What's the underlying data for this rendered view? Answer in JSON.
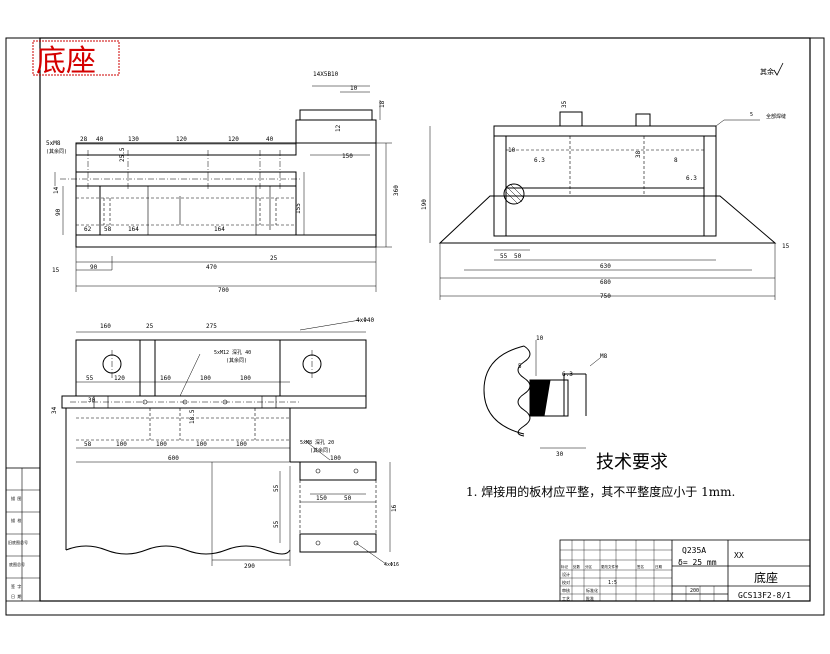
{
  "header_stamp": "底座",
  "roughness_default": "其余",
  "top_left_view": {
    "dims_top": [
      "14X5B10",
      "10",
      "18"
    ],
    "dims_row": [
      "28",
      "40",
      "130",
      "120",
      "120",
      "40"
    ],
    "dims_side": [
      "150",
      "360",
      "155",
      "12",
      "25.5"
    ],
    "dims_bottom": [
      "15",
      "90",
      "470",
      "700",
      "25"
    ],
    "dims_left": [
      "14",
      "90",
      "50"
    ],
    "dims_inner": [
      "62",
      "58",
      "164",
      "164"
    ],
    "note_left": "5xM8",
    "note_left_sub": "(其余同)"
  },
  "top_right_view": {
    "dims": [
      "35",
      "10",
      "6.3",
      "8",
      "38",
      "190",
      "55",
      "50",
      "630",
      "680",
      "750",
      "15",
      "6.3"
    ],
    "weld_note": "全部焊缝",
    "weld_num": "5"
  },
  "bottom_left_view": {
    "dims_top": [
      "160",
      "25",
      "275"
    ],
    "hole_note": "4xΦ40",
    "note_a": "5xM12 深孔 40",
    "note_a_sub": "(其余同)",
    "note_b": "5xM8 深孔 20",
    "note_b_sub": "(其余同)",
    "dims_row1": [
      "55",
      "120",
      "160",
      "100",
      "100"
    ],
    "dims_row2": [
      "58",
      "100",
      "100",
      "100",
      "100"
    ],
    "dims_600": "600",
    "dims_misc": [
      "18.5",
      "30",
      "34"
    ],
    "slot_dims": [
      "100",
      "50",
      "150",
      "55",
      "55",
      "290",
      "16",
      "4xΦ16"
    ]
  },
  "detail_view": {
    "dims": [
      "10",
      "5",
      "6.3",
      "30"
    ],
    "label": "M8"
  },
  "tech_req": {
    "title": "技术要求",
    "item": "1.  焊接用的板材应平整，其不平整度应小于  1mm."
  },
  "title_block": {
    "material": "Q235A",
    "thickness": "δ= 25 mm",
    "company": "XX",
    "part_name": "底座",
    "drawing_no": "GCS13F2-8/1",
    "scale": "1:5",
    "qty": "200",
    "labels": [
      "设计",
      "校对",
      "审核",
      "工艺",
      "标准化",
      "批准"
    ],
    "cols": [
      "标记",
      "处数",
      "分区",
      "更改文件号",
      "签名",
      "日期"
    ]
  },
  "side_strip": [
    "描 图",
    "描 校",
    "旧底图总号",
    "底图总号",
    "签 字",
    "日 期"
  ]
}
